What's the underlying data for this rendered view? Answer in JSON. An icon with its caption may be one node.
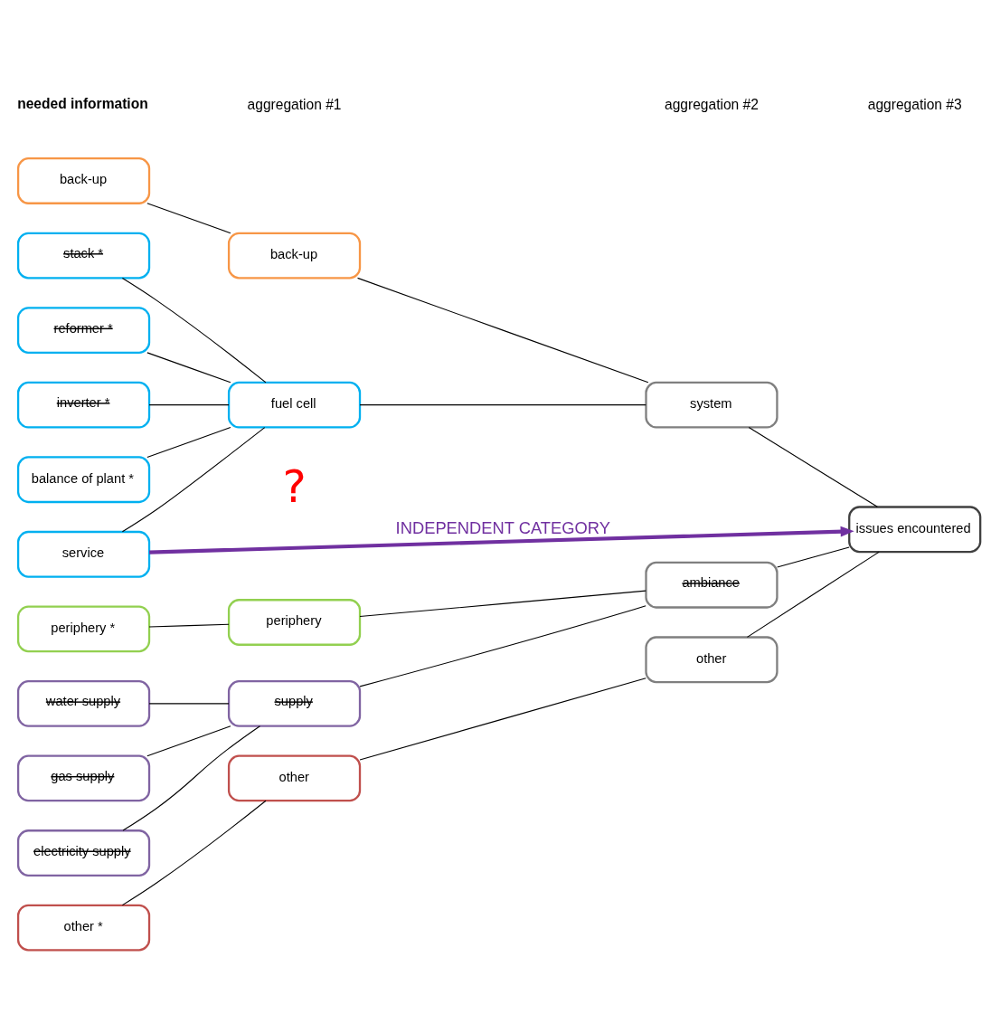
{
  "diagram": {
    "nodes": [
      {
        "text": [
          "back-up"
        ]
      },
      {
        "text": [
          "stack *"
        ]
      },
      {
        "text": [
          "reformer *"
        ]
      },
      {
        "text": [
          "inverter *"
        ]
      },
      {
        "text": [
          "balance of plant *"
        ]
      },
      {
        "text": [
          "service"
        ]
      },
      {
        "text": [
          "periphery *"
        ]
      },
      {
        "text": [
          "water supply"
        ]
      },
      {
        "text": [
          "gas supply"
        ]
      },
      {
        "text": [
          "electricity supply"
        ]
      },
      {
        "text": [
          "other *"
        ]
      },
      {
        "text": [
          "back-up"
        ]
      },
      {
        "text": [
          "fuel cell"
        ]
      },
      {
        "text": [
          "periphery"
        ]
      },
      {
        "text": [
          "supply"
        ]
      },
      {
        "text": [
          "other"
        ]
      },
      {
        "text": [
          "system"
        ]
      },
      {
        "text": [
          "ambiance"
        ]
      },
      {
        "text": [
          "other"
        ]
      },
      {
        "text": [
          "issues encountered"
        ]
      }
    ],
    "edges": [
      {
        "from": 0,
        "to": 11,
        "arrow": "none"
      },
      {
        "from": 1,
        "to": 12,
        "arrow": "none"
      },
      {
        "from": 2,
        "to": 12,
        "arrow": "none"
      },
      {
        "from": 3,
        "to": 12,
        "arrow": "none"
      },
      {
        "from": 4,
        "to": 12,
        "arrow": "none"
      },
      {
        "from": 5,
        "to": 12,
        "arrow": "none"
      },
      {
        "from": 6,
        "to": 13,
        "arrow": "none"
      },
      {
        "from": 7,
        "to": 14,
        "arrow": "none"
      },
      {
        "from": 8,
        "to": 14,
        "arrow": "none"
      },
      {
        "from": 9,
        "to": 14,
        "arrow": "none"
      },
      {
        "from": 10,
        "to": 15,
        "arrow": "none"
      },
      {
        "from": 11,
        "to": 16,
        "arrow": "none"
      },
      {
        "from": 12,
        "to": 16,
        "arrow": "none"
      },
      {
        "from": 13,
        "to": 17,
        "arrow": "none"
      },
      {
        "from": 14,
        "to": 17,
        "arrow": "none"
      },
      {
        "from": 15,
        "to": 18,
        "arrow": "none"
      },
      {
        "from": 16,
        "to": 19,
        "arrow": "none"
      },
      {
        "from": 17,
        "to": 19,
        "arrow": "none"
      },
      {
        "from": 18,
        "to": 19,
        "arrow": "none"
      },
      {
        "from": 5,
        "to": 19,
        "arrow": "to",
        "label": "INDEPENDENT CATEGORY",
        "style": "thick",
        "color": "#7030a0"
      }
    ],
    "labels": [
      "needed information",
      "aggregation #1",
      "aggregation #2",
      "aggregation #3",
      "?"
    ]
  }
}
